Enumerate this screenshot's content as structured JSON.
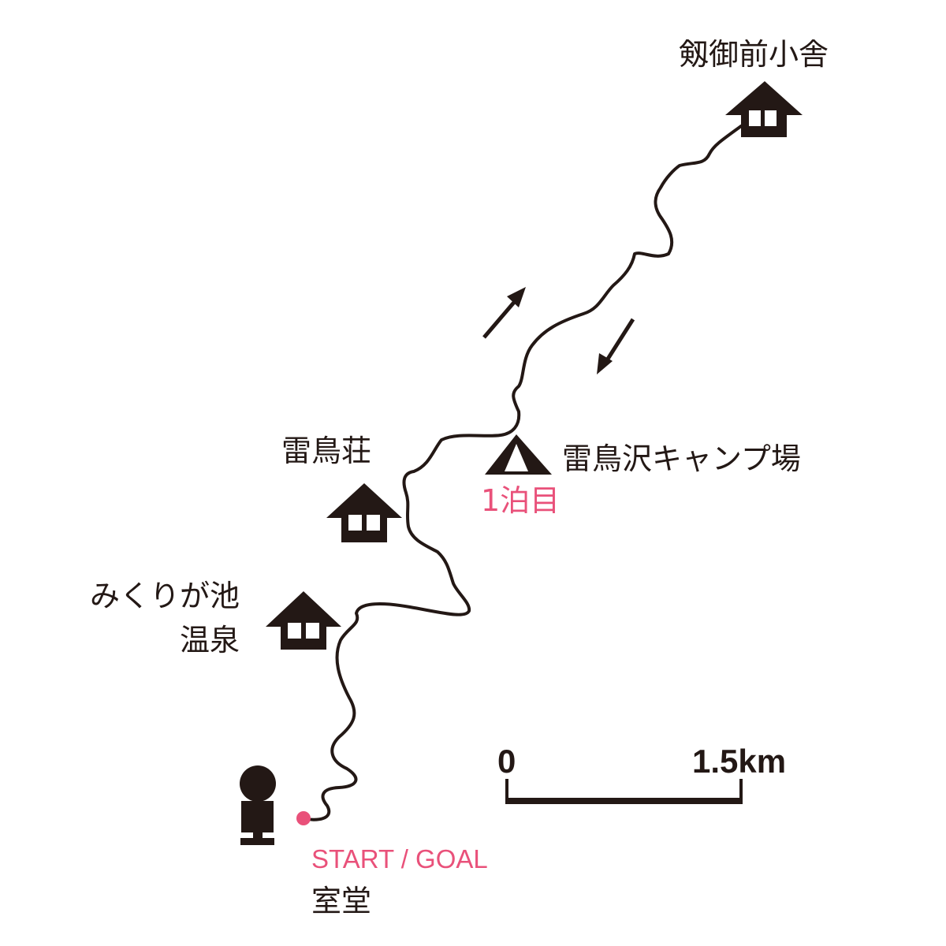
{
  "places": {
    "tsurugi_gozen": "剱御前小舎",
    "raichoso": "雷鳥荘",
    "raichozawa_camp": "雷鳥沢キャンプ場",
    "first_night": "1泊目",
    "mikurigaike_line1": "みくりが池",
    "mikurigaike_line2": "温泉",
    "start_goal": "START / GOAL",
    "murodo": "室堂"
  },
  "scale": {
    "zero": "0",
    "max": "1.5km"
  },
  "colors": {
    "ink": "#231815",
    "accent": "#e9517a"
  },
  "icons": [
    "hut-icon",
    "tent-icon",
    "person-icon",
    "arrow-up-right-icon",
    "arrow-down-left-icon"
  ]
}
